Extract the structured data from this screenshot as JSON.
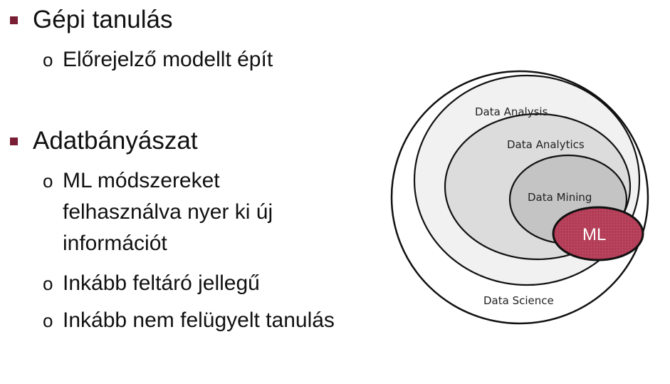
{
  "bullets": [
    {
      "text": "Gépi tanulás",
      "sub": [
        {
          "lines": [
            "Előrejelző modellt épít"
          ]
        }
      ]
    },
    {
      "text": "Adatbányászat",
      "sub": [
        {
          "lines": [
            "ML módszereket",
            "felhasználva  nyer ki új",
            "információt"
          ]
        },
        {
          "lines": [
            "Inkább feltáró jellegű"
          ]
        },
        {
          "lines": [
            "Inkább nem felügyelt tanulás"
          ]
        }
      ]
    }
  ],
  "diagram": {
    "labels": {
      "data_science": "Data Science",
      "data_analysis": "Data Analysis",
      "data_analytics": "Data Analytics",
      "data_mining": "Data Mining",
      "ml": "ML"
    },
    "colors": {
      "ml_fill": "#b23a55",
      "ml_stroke": "#111111",
      "ring_outer": "#ffffff",
      "ring_2": "#f1f1f1",
      "ring_3": "#dcdcdc",
      "ring_4": "#c4c4c4"
    }
  },
  "colors": {
    "bullet_marker": "#7a1e36",
    "text": "#111111"
  }
}
